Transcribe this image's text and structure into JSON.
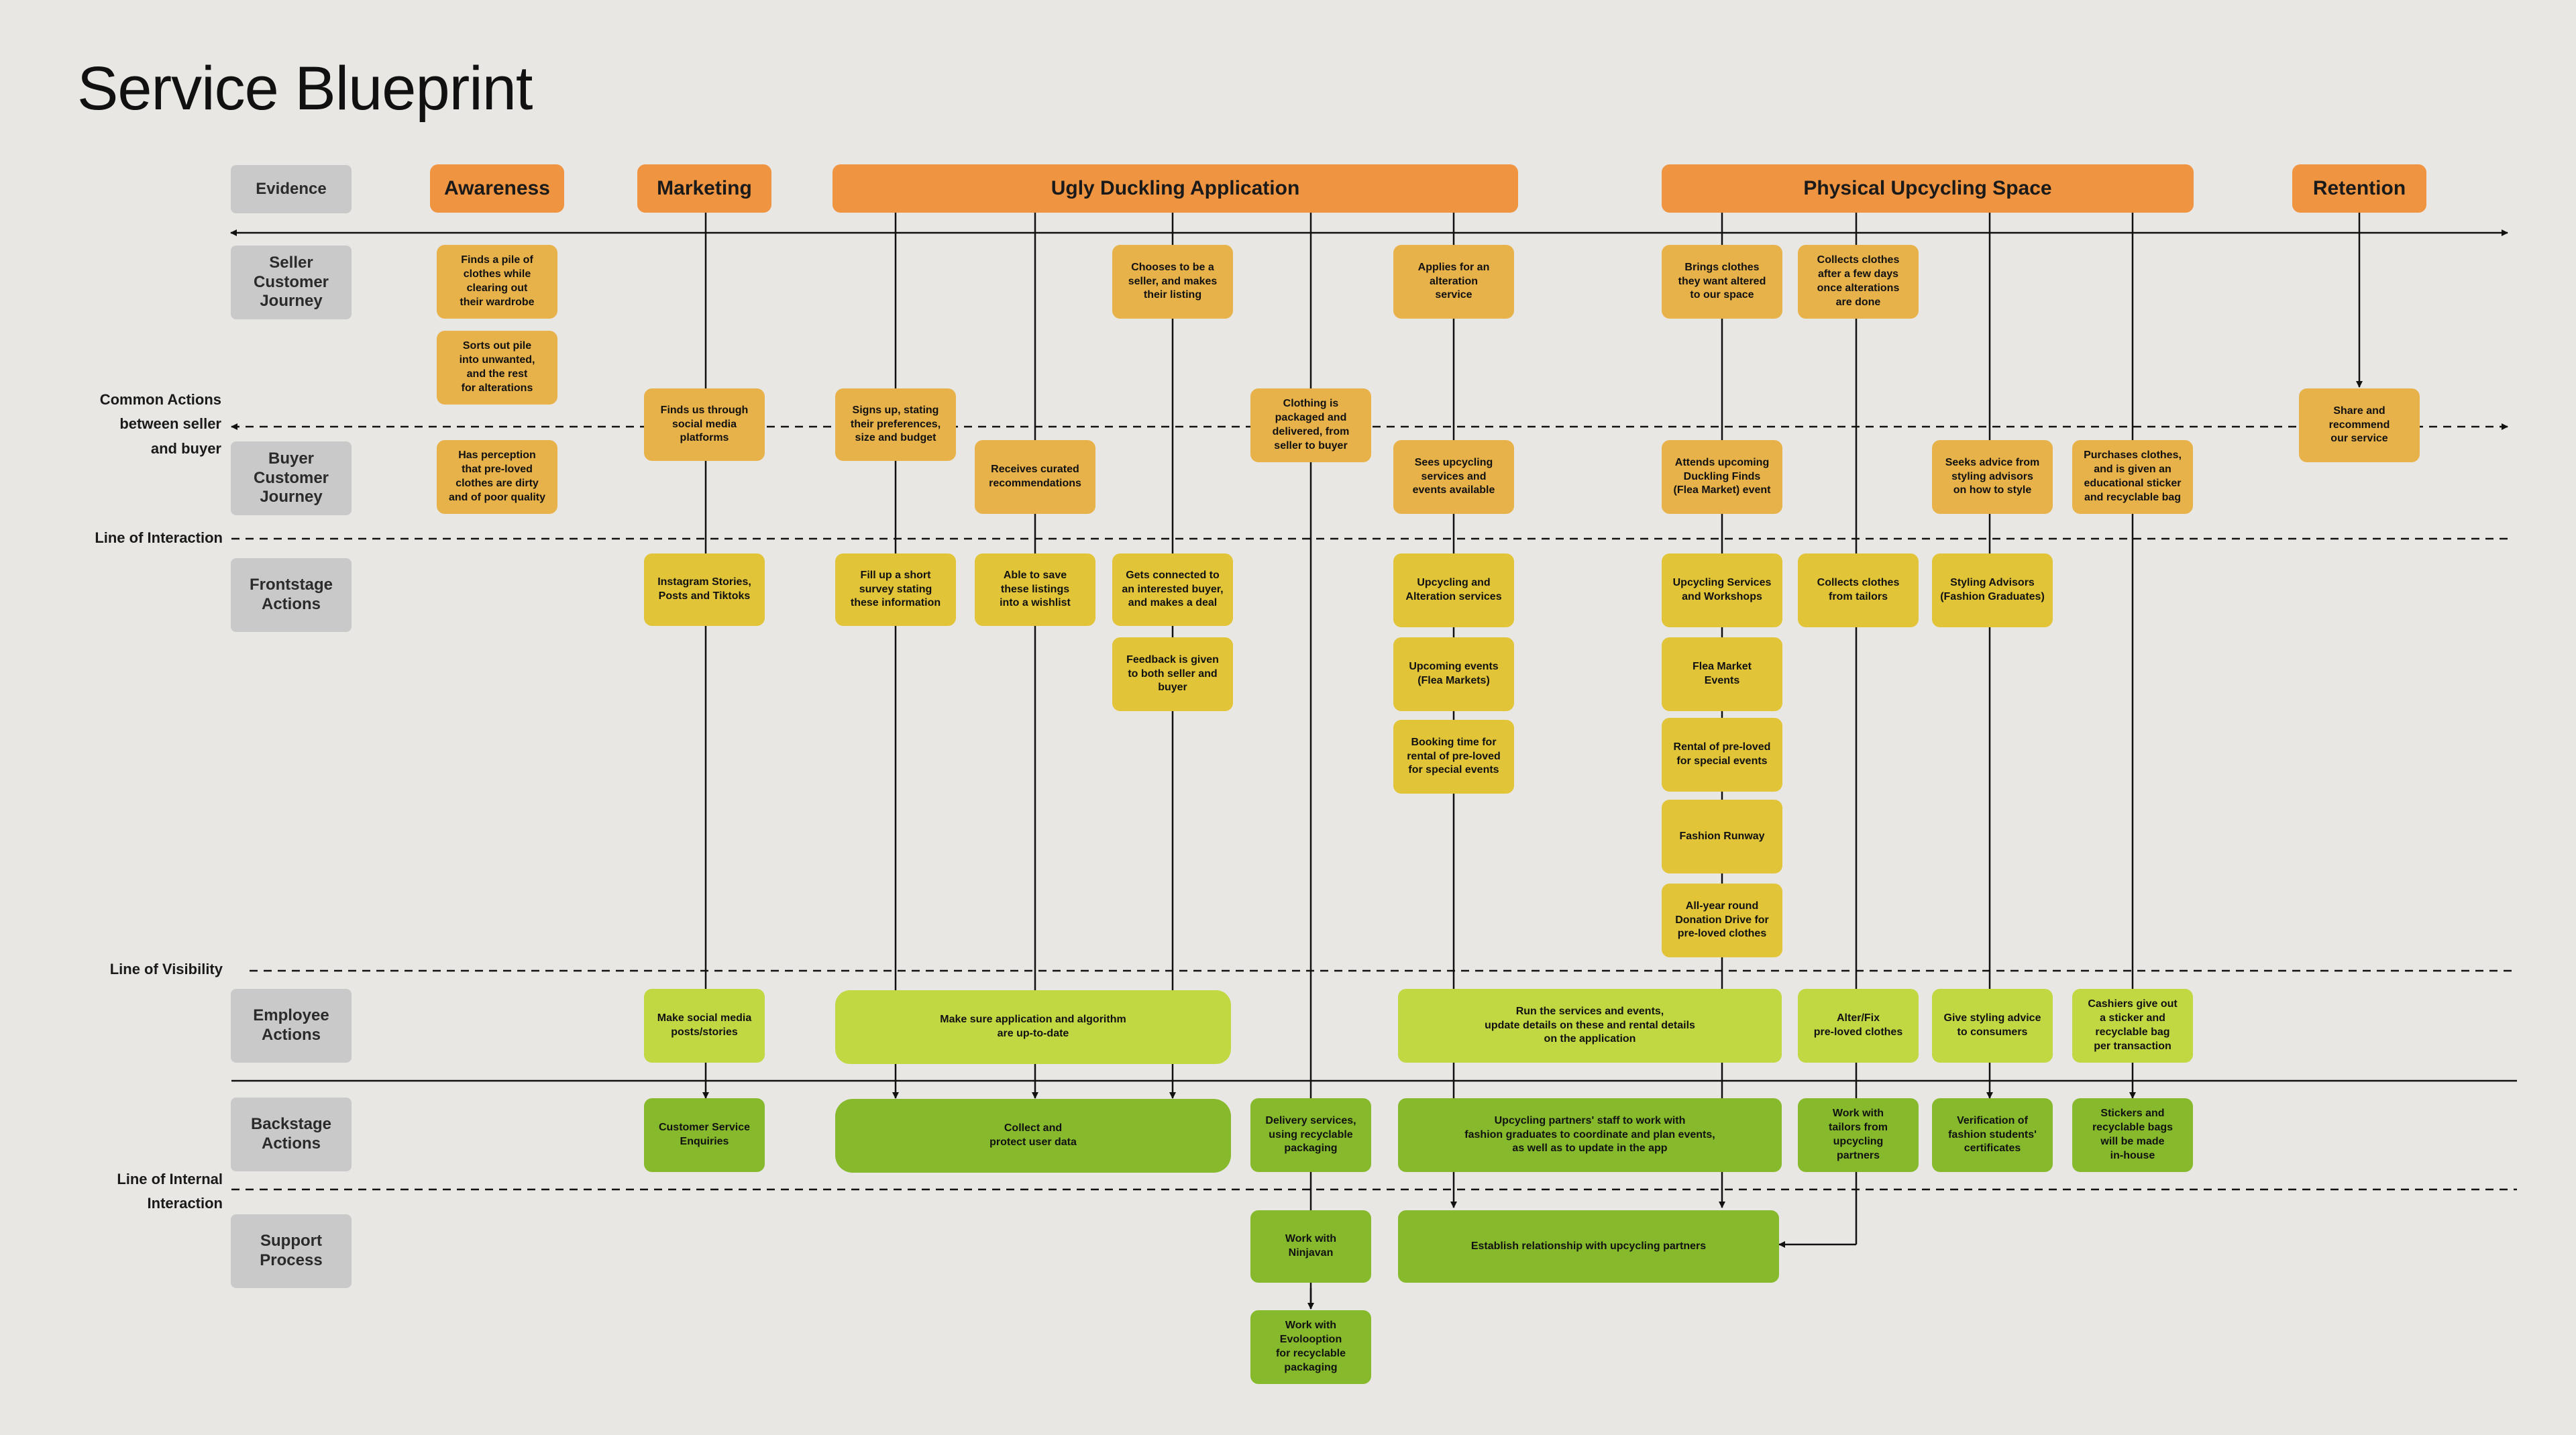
{
  "title": "Service Blueprint",
  "colors": {
    "background": "#e8e7e3",
    "lane": "#c9c9c9",
    "phase": "#ef9440",
    "customer": "#e8b24a",
    "frontstage": "#e1c438",
    "employee": "#c2d843",
    "backstage": "#86ba2c"
  },
  "lanes": {
    "evidence": "Evidence",
    "seller": "Seller\nCustomer\nJourney",
    "buyer": "Buyer\nCustomer\nJourney",
    "frontstage": "Frontstage\nActions",
    "employee": "Employee\nActions",
    "backstage": "Backstage\nActions",
    "support": "Support\nProcess"
  },
  "side_labels": {
    "common": "Common Actions\nbetween seller\nand buyer",
    "interaction": "Line of Interaction",
    "visibility": "Line of Visibility",
    "internal": "Line of Internal\nInteraction"
  },
  "phases": {
    "awareness": "Awareness",
    "marketing": "Marketing",
    "app": "Ugly Duckling Application",
    "space": "Physical Upcycling Space",
    "retention": "Retention"
  },
  "cards": {
    "aw_pile": "Finds a pile of\nclothes while\nclearing out\ntheir wardrobe",
    "aw_sort": "Sorts out pile\ninto unwanted,\nand the rest\nfor alterations",
    "aw_perception": "Has perception\nthat pre-loved\nclothes are dirty\nand of poor quality",
    "mk_finds": "Finds us through\nsocial media\nplatforms",
    "mk_instagram": "Instagram Stories,\nPosts and Tiktoks",
    "mk_social": "Make social media\nposts/stories",
    "mk_enquiries": "Customer Service\nEnquiries",
    "ap_signup": "Signs up, stating\ntheir preferences,\nsize and budget",
    "ap_survey": "Fill up a short\nsurvey stating\nthese information",
    "ap_curated": "Receives curated\nrecommendations",
    "ap_wishlist": "Able to save\nthese listings\ninto a wishlist",
    "ap_seller": "Chooses to be a\nseller, and makes\ntheir listing",
    "ap_connected": "Gets connected to\nan interested buyer,\nand makes a deal",
    "ap_feedback": "Feedback is given\nto both seller and\nbuyer",
    "ap_uptodate": "Make sure application and algorithm\nare up-to-date",
    "ap_collect": "Collect and\nprotect user data",
    "dl_packaged": "Clothing is\npackaged and\ndelivered, from\nseller to buyer",
    "dl_delivery": "Delivery services,\nusing recyclable\npackaging",
    "dl_ninjavan": "Work with\nNinjavan",
    "dl_evoloop": "Work with\nEvoloop­tion\nfor recyclable\npackaging",
    "sv_applies": "Applies for an\nalteration\nservice",
    "sv_sees": "Sees upcycling\nservices and\nevents available",
    "sv_upcycling": "Upcycling and\nAlteration services",
    "sv_events": "Upcoming events\n(Flea Markets)",
    "sv_booking": "Booking time for\nrental of pre-loved\nfor special events",
    "sv_run": "Run the services and events,\nupdate details on these and rental details\non the application",
    "sv_partners_staff": "Upcycling partners' staff to work with\nfashion graduates to coordinate and plan events,\nas well as to update in the app",
    "sv_establish": "Establish relationship with upcycling partners",
    "ps_brings": "Brings clothes\nthey want altered\nto our space",
    "ps_attends": "Attends upcoming\nDuckling Finds\n(Flea Market) event",
    "ps_workshops": "Upcycling Services\nand Workshops",
    "ps_flea": "Flea Market\nEvents",
    "ps_rental": "Rental of pre-loved\nfor special events",
    "ps_runway": "Fashion Runway",
    "ps_donation": "All-year round\nDonation Drive for\npre-loved clothes",
    "ps_collects": "Collects clothes\nafter a few days\nonce alterations\nare done",
    "ps_tailors": "Collects clothes\nfrom tailors",
    "ps_alter": "Alter/Fix\npre-loved clothes",
    "ps_work_tailors": "Work with\ntailors from\nupcycling\npartners",
    "ps_seeks": "Seeks advice from\nstyling advisors\non how to style",
    "ps_advisors": "Styling Advisors\n(Fashion Graduates)",
    "ps_give_advice": "Give styling advice\nto consumers",
    "ps_verification": "Verification of\nfashion students'\ncertificates",
    "ps_purchases": "Purchases clothes,\nand is given an\neducational sticker\nand recyclable bag",
    "ps_cashiers": "Cashiers give out\na sticker and\nrecyclable bag\nper transaction",
    "ps_stickers": "Stickers and\nrecyclable bags\nwill be made\nin-house",
    "rt_share": "Share and\nrecommend\nour service"
  }
}
